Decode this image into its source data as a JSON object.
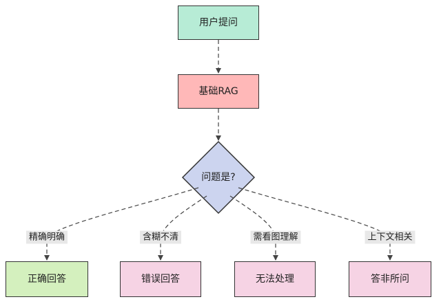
{
  "colors": {
    "start": "#b7ecd6",
    "rag": "#ffb8b8",
    "decision": "#ccd4ef",
    "correct": "#d4f0be",
    "fail": "#f6d3e4",
    "edge": "#444444",
    "label_bg": "#e8e8e8"
  },
  "nodes": {
    "question": "用户提问",
    "rag": "基础RAG",
    "decision": "问题是?",
    "correct": "正确回答",
    "wrong": "错误回答",
    "unhandled": "无法处理",
    "irrelevant": "答非所问"
  },
  "edge_labels": {
    "precise": "精确明确",
    "vague": "含糊不清",
    "needs_image": "需看图理解",
    "context": "上下文相关"
  }
}
